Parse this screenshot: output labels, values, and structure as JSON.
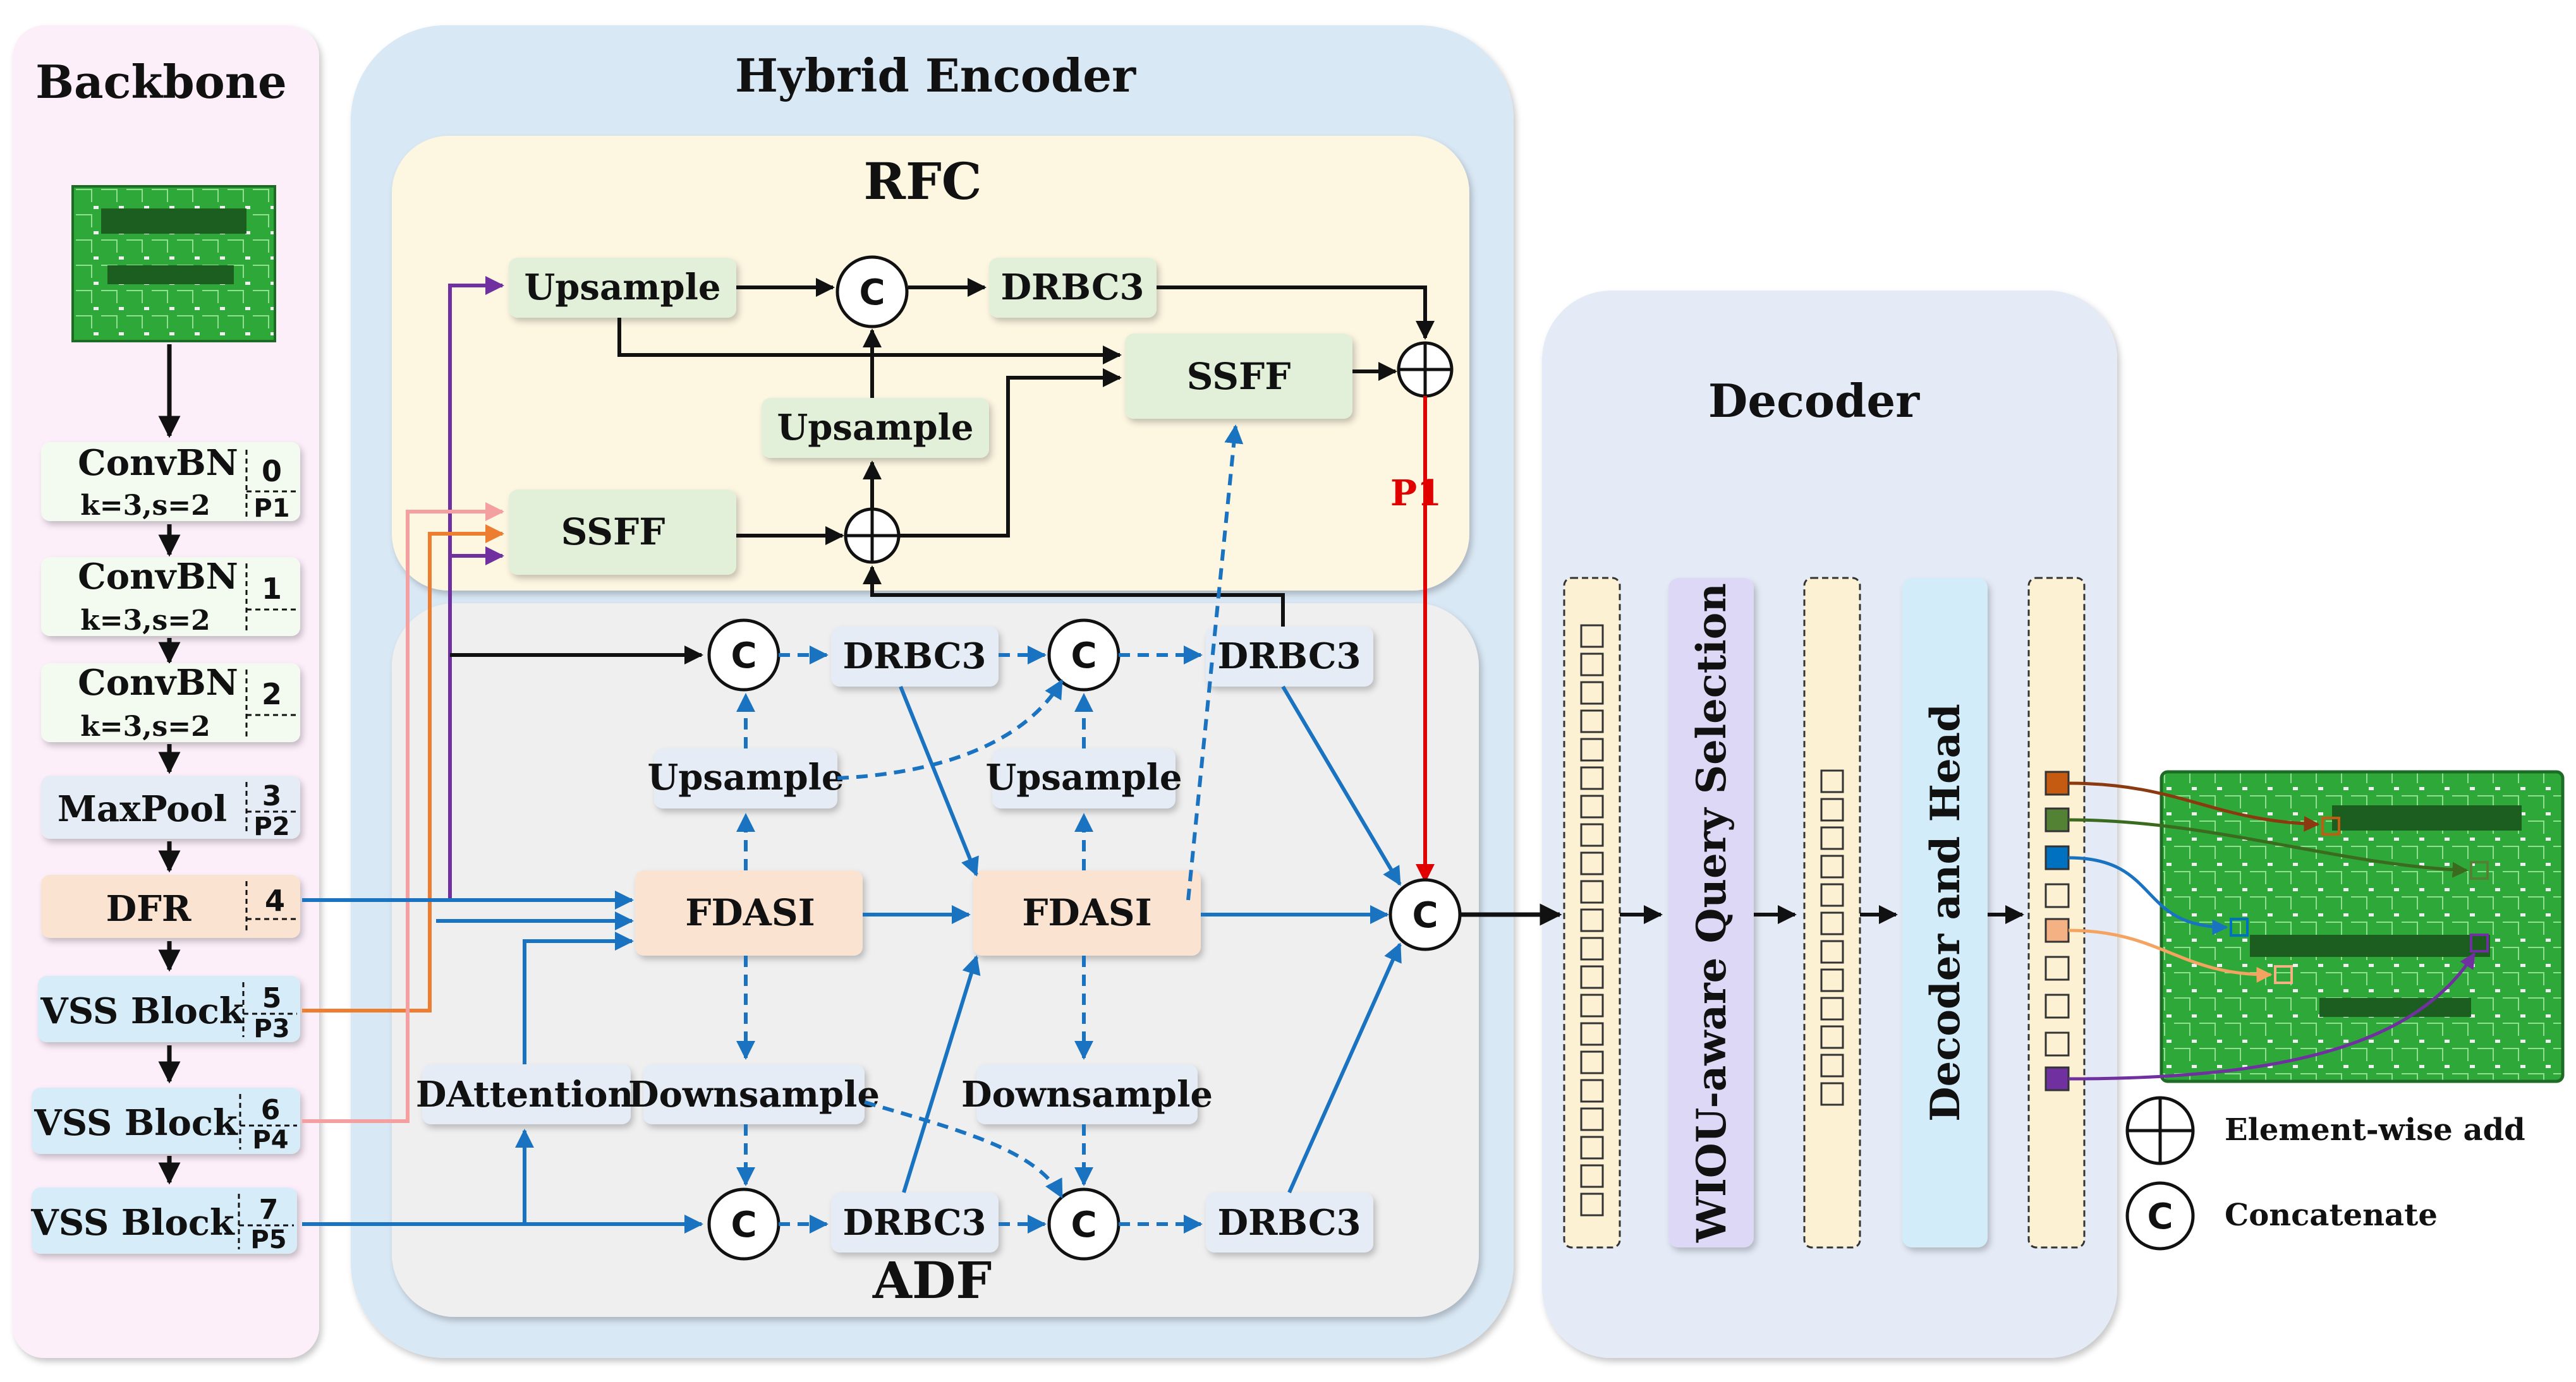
{
  "backbone": {
    "title": "Backbone",
    "stages": [
      {
        "label": "ConvBN",
        "sub": "k=3,s=2",
        "idx": "0",
        "p": "P1"
      },
      {
        "label": "ConvBN",
        "sub": "k=3,s=2",
        "idx": "1",
        "p": ""
      },
      {
        "label": "ConvBN",
        "sub": "k=3,s=2",
        "idx": "2",
        "p": ""
      },
      {
        "label": "MaxPool",
        "sub": "",
        "idx": "3",
        "p": "P2"
      },
      {
        "label": "DFR",
        "sub": "",
        "idx": "4",
        "p": ""
      },
      {
        "label": "VSS Block",
        "sub": "",
        "idx": "5",
        "p": "P3"
      },
      {
        "label": "VSS Block",
        "sub": "",
        "idx": "6",
        "p": "P4"
      },
      {
        "label": "VSS Block",
        "sub": "",
        "idx": "7",
        "p": "P5"
      }
    ]
  },
  "encoder": {
    "title": "Hybrid Encoder",
    "rfc": {
      "title": "RFC",
      "upsample_top": "Upsample",
      "upsample_mid": "Upsample",
      "drbc3": "DRBC3",
      "ssff_right": "SSFF",
      "ssff_left": "SSFF",
      "p1_label": "P1"
    },
    "adf": {
      "title": "ADF",
      "drbc3_top1": "DRBC3",
      "drbc3_top2": "DRBC3",
      "upsample_1": "Upsample",
      "upsample_2": "Upsample",
      "fdasi_1": "FDASI",
      "fdasi_2": "FDASI",
      "dattention": "DAttention",
      "downsample_1": "Downsample",
      "downsample_2": "Downsample",
      "drbc3_bot1": "DRBC3",
      "drbc3_bot2": "DRBC3"
    }
  },
  "decoder": {
    "title": "Decoder",
    "query_selection": "WIOU-aware Query Selection",
    "decoder_head": "Decoder and Head"
  },
  "symbols": {
    "concat": "C",
    "legend_add": "Element-wise add",
    "legend_concat": "Concatenate"
  },
  "colors": {
    "black_arrow": "#111111",
    "blue_arrow": "#1a73c0",
    "purple_arrow": "#7030a0",
    "orange_arrow": "#ed7d31",
    "pink_arrow": "#f4a0a0",
    "red_arrow": "#e00000",
    "pcb_green": "#2fa83a"
  }
}
